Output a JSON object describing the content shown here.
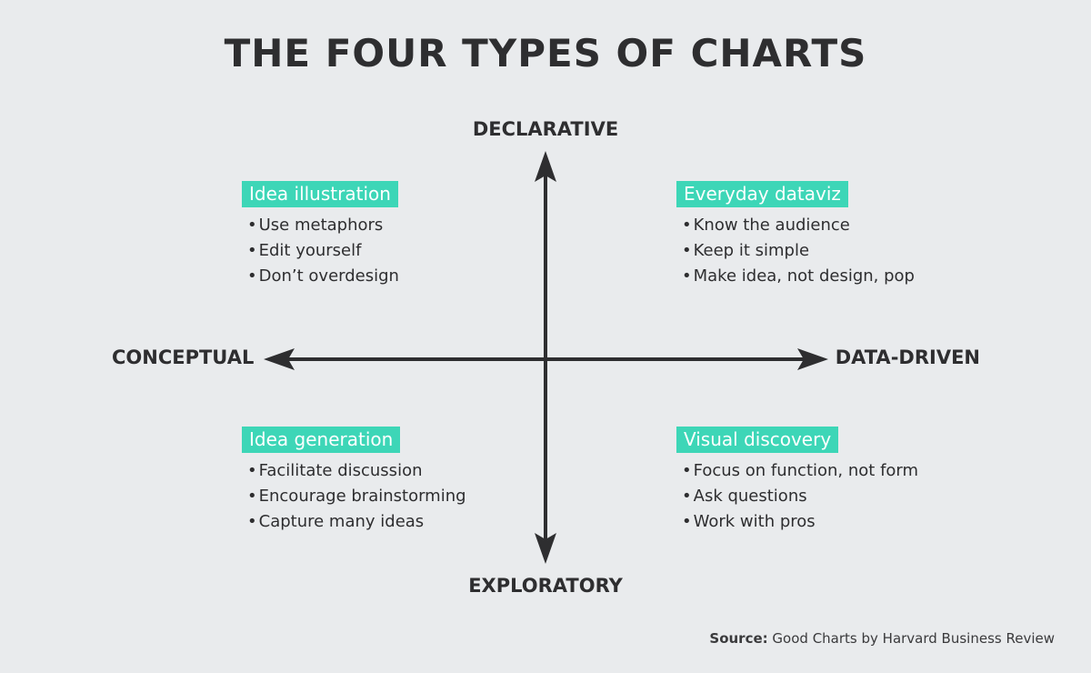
{
  "title": "THE FOUR TYPES OF CHARTS",
  "axes": {
    "top": "DECLARATIVE",
    "bottom": "EXPLORATORY",
    "left": "CONCEPTUAL",
    "right": "DATA-DRIVEN"
  },
  "quadrants": {
    "top_left": {
      "title": "Idea illustration",
      "items": [
        "Use metaphors",
        "Edit yourself",
        "Don’t overdesign"
      ]
    },
    "top_right": {
      "title": "Everyday dataviz",
      "items": [
        "Know the audience",
        "Keep it simple",
        "Make idea, not design, pop"
      ]
    },
    "bottom_left": {
      "title": "Idea generation",
      "items": [
        "Facilitate discussion",
        "Encourage brainstorming",
        "Capture many ideas"
      ]
    },
    "bottom_right": {
      "title": "Visual discovery",
      "items": [
        "Focus on function, not form",
        "Ask questions",
        "Work with pros"
      ]
    }
  },
  "source": {
    "label": "Source:",
    "text": "Good Charts by Harvard Business Review"
  },
  "colors": {
    "background": "#e9ebed",
    "accent": "#3dd6b7",
    "text": "#2e2e30"
  }
}
